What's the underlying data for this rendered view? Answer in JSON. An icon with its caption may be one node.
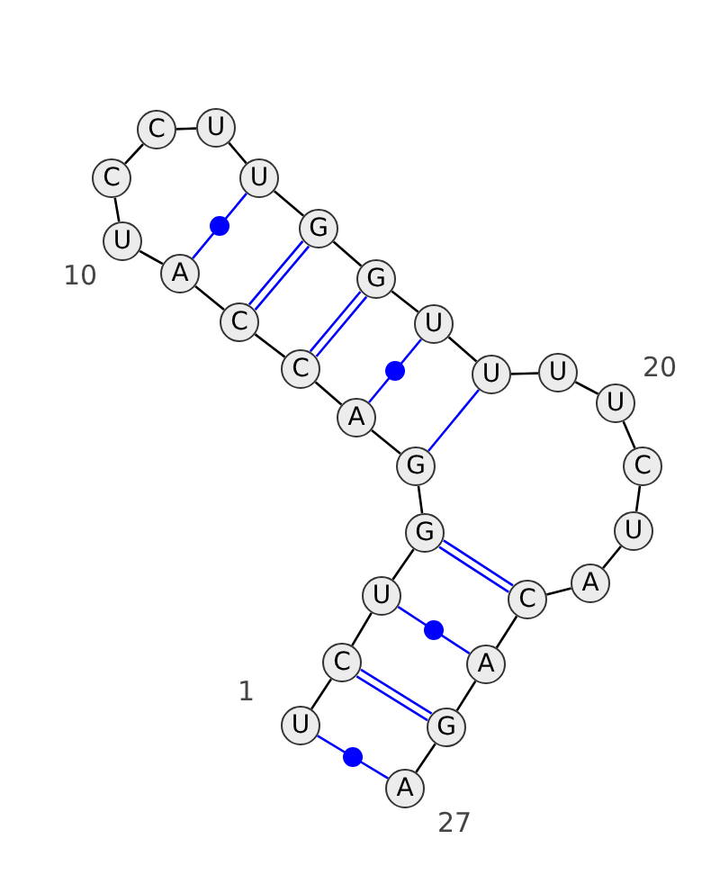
{
  "diagram": {
    "nodes": [
      {
        "text": [
          "U"
        ]
      },
      {
        "text": [
          "C"
        ]
      },
      {
        "text": [
          "U"
        ]
      },
      {
        "text": [
          "G"
        ]
      },
      {
        "text": [
          "G"
        ]
      },
      {
        "text": [
          "A"
        ]
      },
      {
        "text": [
          "C"
        ]
      },
      {
        "text": [
          "C"
        ]
      },
      {
        "text": [
          "A"
        ]
      },
      {
        "text": [
          "U"
        ]
      },
      {
        "text": [
          "C"
        ]
      },
      {
        "text": [
          "C"
        ]
      },
      {
        "text": [
          "U"
        ]
      },
      {
        "text": [
          "U"
        ]
      },
      {
        "text": [
          "G"
        ]
      },
      {
        "text": [
          "G"
        ]
      },
      {
        "text": [
          "U"
        ]
      },
      {
        "text": [
          "U"
        ]
      },
      {
        "text": [
          "U"
        ]
      },
      {
        "text": [
          "U"
        ]
      },
      {
        "text": [
          "C"
        ]
      },
      {
        "text": [
          "U"
        ]
      },
      {
        "text": [
          "A"
        ]
      },
      {
        "text": [
          "C"
        ]
      },
      {
        "text": [
          "A"
        ]
      },
      {
        "text": [
          "G"
        ]
      },
      {
        "text": [
          "A"
        ]
      }
    ],
    "edges": [
      {
        "from": 0,
        "to": 1,
        "arrow": "none"
      },
      {
        "from": 1,
        "to": 2,
        "arrow": "none"
      },
      {
        "from": 2,
        "to": 3,
        "arrow": "none"
      },
      {
        "from": 3,
        "to": 4,
        "arrow": "none"
      },
      {
        "from": 4,
        "to": 5,
        "arrow": "none"
      },
      {
        "from": 5,
        "to": 6,
        "arrow": "none"
      },
      {
        "from": 6,
        "to": 7,
        "arrow": "none"
      },
      {
        "from": 7,
        "to": 8,
        "arrow": "none"
      },
      {
        "from": 8,
        "to": 9,
        "arrow": "none"
      },
      {
        "from": 9,
        "to": 10,
        "arrow": "none"
      },
      {
        "from": 10,
        "to": 11,
        "arrow": "none"
      },
      {
        "from": 11,
        "to": 12,
        "arrow": "none"
      },
      {
        "from": 12,
        "to": 13,
        "arrow": "none"
      },
      {
        "from": 13,
        "to": 14,
        "arrow": "none"
      },
      {
        "from": 14,
        "to": 15,
        "arrow": "none"
      },
      {
        "from": 15,
        "to": 16,
        "arrow": "none"
      },
      {
        "from": 16,
        "to": 17,
        "arrow": "none"
      },
      {
        "from": 17,
        "to": 18,
        "arrow": "none"
      },
      {
        "from": 18,
        "to": 19,
        "arrow": "none"
      },
      {
        "from": 19,
        "to": 20,
        "arrow": "none"
      },
      {
        "from": 20,
        "to": 21,
        "arrow": "none"
      },
      {
        "from": 21,
        "to": 22,
        "arrow": "none"
      },
      {
        "from": 22,
        "to": 23,
        "arrow": "none"
      },
      {
        "from": 23,
        "to": 24,
        "arrow": "none"
      },
      {
        "from": 24,
        "to": 25,
        "arrow": "none"
      },
      {
        "from": 25,
        "to": 26,
        "arrow": "none"
      },
      {
        "from": 0,
        "to": 26,
        "arrow": "none",
        "color": "#0000ff"
      },
      {
        "from": 1,
        "to": 25,
        "arrow": "none",
        "color": "#0000ff"
      },
      {
        "from": 2,
        "to": 24,
        "arrow": "none",
        "color": "#0000ff"
      },
      {
        "from": 3,
        "to": 23,
        "arrow": "none",
        "color": "#0000ff"
      },
      {
        "from": 4,
        "to": 17,
        "arrow": "none",
        "color": "#0000ff"
      },
      {
        "from": 5,
        "to": 16,
        "arrow": "none",
        "color": "#0000ff"
      },
      {
        "from": 6,
        "to": 15,
        "arrow": "none",
        "color": "#0000ff"
      },
      {
        "from": 7,
        "to": 14,
        "arrow": "none",
        "color": "#0000ff"
      },
      {
        "from": 8,
        "to": 13,
        "arrow": "none",
        "color": "#0000ff"
      }
    ],
    "labels": [
      "1",
      "10",
      "20",
      "27"
    ]
  }
}
